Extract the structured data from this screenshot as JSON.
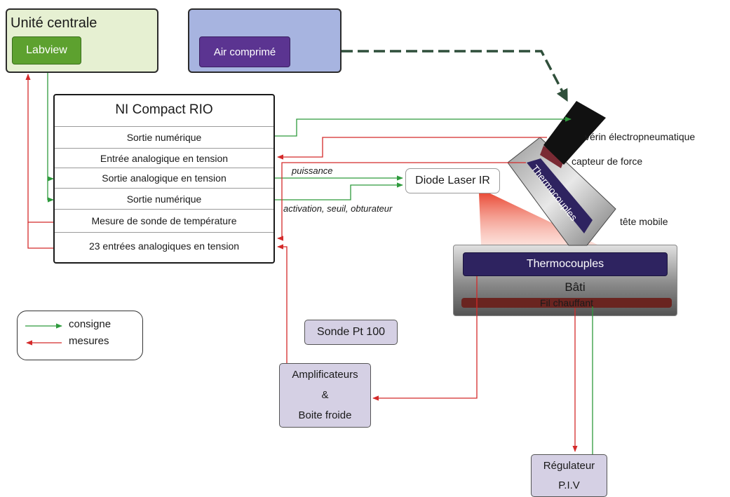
{
  "unit": {
    "title": "Unité centrale",
    "labview": "Labview"
  },
  "air": {
    "label": "Air comprimé"
  },
  "ni": {
    "title": "NI Compact RIO",
    "rows": [
      "Sortie numérique",
      "Entrée analogique en tension",
      "Sortie analogique en tension",
      "Sortie numérique",
      "Mesure de sonde de température",
      "23 entrées analogiques en tension"
    ]
  },
  "diode": {
    "label": "Diode Laser IR"
  },
  "signals": {
    "puissance": "puissance",
    "activation": "activation, seuil, obturateur"
  },
  "head": {
    "verin": "vérin électropneumatique",
    "capteur": "capteur de force",
    "thermocouples": "Thermocouples",
    "tete": "tête mobile"
  },
  "bati": {
    "thermocouples": "Thermocouples",
    "label": "Bâti",
    "fil": "Fil chauffant"
  },
  "legend": {
    "consigne": "consigne",
    "mesures": "mesures"
  },
  "sonde": {
    "label": "Sonde Pt 100"
  },
  "ampli": {
    "line1": "Amplificateurs",
    "line2": "&",
    "line3": "Boite froide"
  },
  "regulateur": {
    "line1": "Régulateur",
    "line2": "P.I.V"
  },
  "colors": {
    "consigne": "#2e9a3c",
    "mesures": "#d42a2a",
    "air": "#2f4f3a"
  }
}
